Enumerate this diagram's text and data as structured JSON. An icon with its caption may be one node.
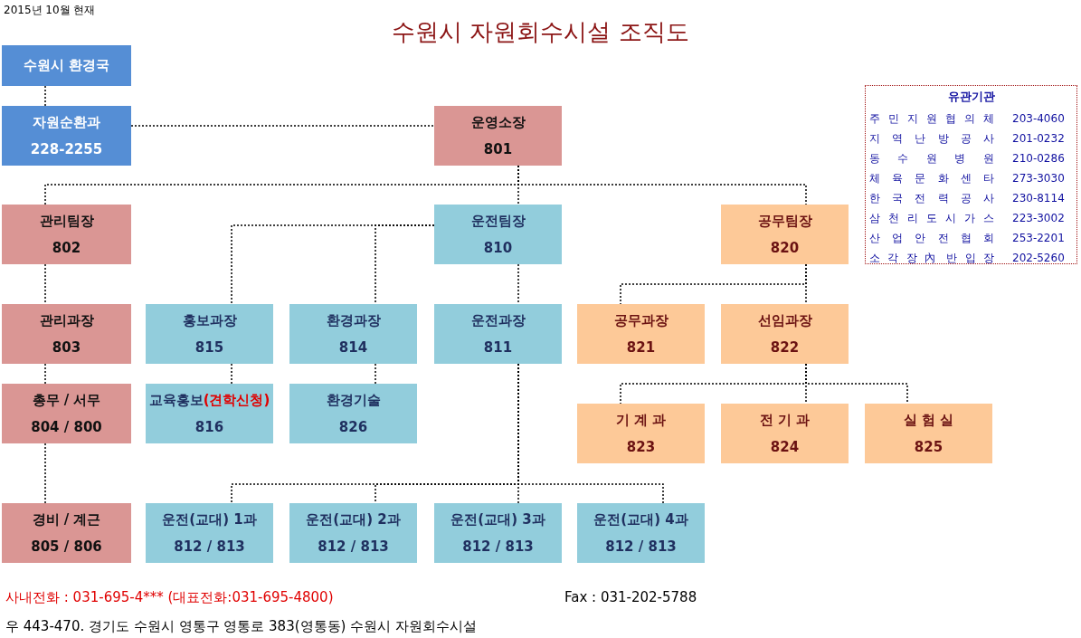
{
  "diagram": {
    "title": "수원시 자원회수시설 조직도",
    "nodes": [
      {
        "text": [
          "수원시 환경국"
        ]
      },
      {
        "text": [
          "자원순환과",
          "228-2255"
        ]
      },
      {
        "text": [
          "운영소장",
          "801"
        ]
      },
      {
        "text": [
          "관리팀장",
          "802"
        ]
      },
      {
        "text": [
          "운전팀장",
          "810"
        ]
      },
      {
        "text": [
          "공무팀장",
          "820"
        ]
      },
      {
        "text": [
          "관리과장",
          "803"
        ]
      },
      {
        "text": [
          "홍보과장",
          "815"
        ]
      },
      {
        "text": [
          "환경과장",
          "814"
        ]
      },
      {
        "text": [
          "운전과장",
          "811"
        ]
      },
      {
        "text": [
          "공무과장",
          "821"
        ]
      },
      {
        "text": [
          "선임과장",
          "822"
        ]
      },
      {
        "text": [
          "총무 / 서무",
          "804 / 800"
        ]
      },
      {
        "text": [
          "교육홍보**(견학신청)**",
          "816"
        ]
      },
      {
        "text": [
          "환경기술",
          "826"
        ]
      },
      {
        "text": [
          "기 계 과",
          "823"
        ]
      },
      {
        "text": [
          "전 기 과",
          "824"
        ]
      },
      {
        "text": [
          "실 험 실",
          "825"
        ]
      },
      {
        "text": [
          "경비 / 계근",
          "805 / 806"
        ]
      },
      {
        "text": [
          "운전(교대) 1과",
          "812 / 813"
        ]
      },
      {
        "text": [
          "운전(교대) 2과",
          "812 / 813"
        ]
      },
      {
        "text": [
          "운전(교대) 3과",
          "812 / 813"
        ]
      },
      {
        "text": [
          "운전(교대) 4과",
          "812 / 813"
        ]
      },
      {
        "text": [
          "유관기관",
          "주 민 지 원 협 의 체",
          "203-4060",
          "지 역 난 방 공 사",
          "201-0232",
          "동 수 원 병 원",
          "210-0286",
          "체 육 문 화 센 타",
          "273-3030",
          "한 국 전 력 공 사",
          "230-8114",
          "삼 천 리 도 시 가 스",
          "223-3002",
          "산 업 안 전 협 회",
          "253-2201",
          "소 각 장 內 반 입 장",
          "202-5260"
        ]
      }
    ],
    "edges": [
      {
        "from": 0,
        "to": 1,
        "arrow": "none"
      },
      {
        "from": 1,
        "to": 2,
        "arrow": "none"
      },
      {
        "from": 2,
        "to": 3,
        "arrow": "none"
      },
      {
        "from": 2,
        "to": 4,
        "arrow": "none"
      },
      {
        "from": 2,
        "to": 5,
        "arrow": "none"
      },
      {
        "from": 3,
        "to": 6,
        "arrow": "none"
      },
      {
        "from": 6,
        "to": 12,
        "arrow": "none"
      },
      {
        "from": 12,
        "to": 18,
        "arrow": "none"
      },
      {
        "from": 4,
        "to": 7,
        "arrow": "none"
      },
      {
        "from": 4,
        "to": 8,
        "arrow": "none"
      },
      {
        "from": 4,
        "to": 9,
        "arrow": "none"
      },
      {
        "from": 7,
        "to": 13,
        "arrow": "none"
      },
      {
        "from": 8,
        "to": 14,
        "arrow": "none"
      },
      {
        "from": 9,
        "to": 19,
        "arrow": "none"
      },
      {
        "from": 9,
        "to": 20,
        "arrow": "none"
      },
      {
        "from": 9,
        "to": 21,
        "arrow": "none"
      },
      {
        "from": 9,
        "to": 22,
        "arrow": "none"
      },
      {
        "from": 5,
        "to": 10,
        "arrow": "none"
      },
      {
        "from": 5,
        "to": 11,
        "arrow": "none"
      },
      {
        "from": 11,
        "to": 15,
        "arrow": "none"
      },
      {
        "from": 11,
        "to": 16,
        "arrow": "none"
      },
      {
        "from": 11,
        "to": 17,
        "arrow": "none"
      }
    ],
    "labels": [
      "2015년 10월 현재",
      "사내전화 : 031-695-4*** (대표전화:031-695-4800)",
      "Fax : 031-202-5788",
      "우 443-470. 경기도 수원시 영통구 영통로 383(영통동) 수원시 자원회수시설"
    ]
  }
}
